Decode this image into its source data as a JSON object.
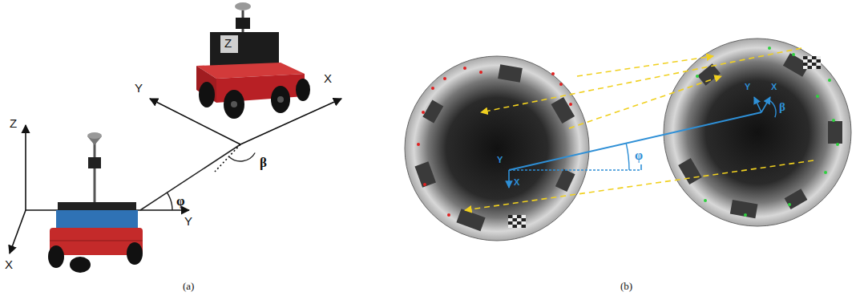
{
  "diagram": {
    "labels": [
      "Z",
      "Y",
      "Z",
      "X",
      "φ",
      "β",
      "Y",
      "X",
      "(a)",
      "Y",
      "X",
      "Y",
      "X",
      "φ",
      "β",
      "(b)"
    ]
  }
}
